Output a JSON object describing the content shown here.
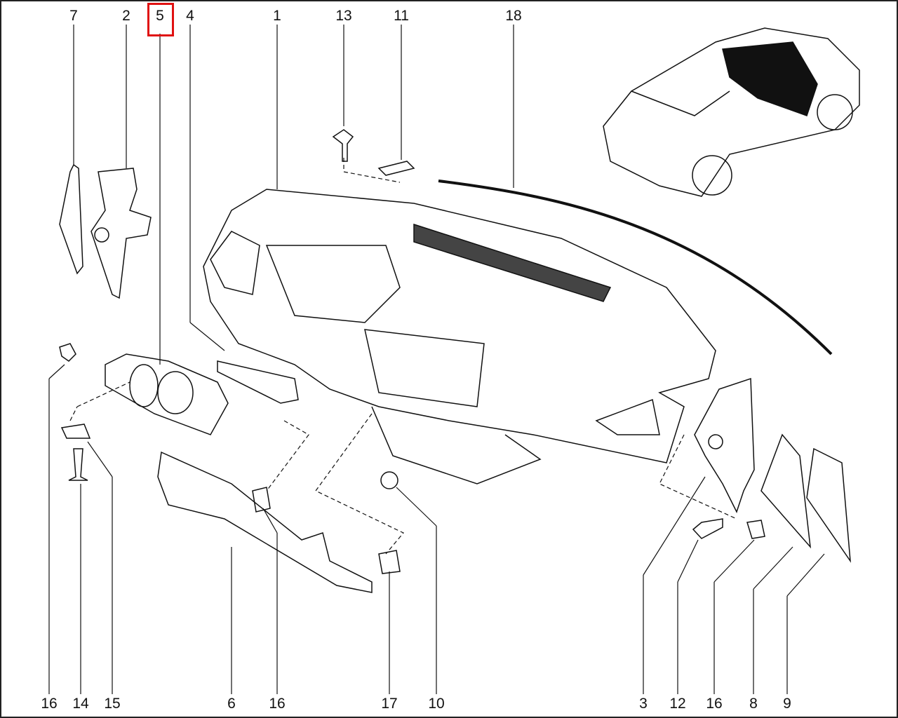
{
  "diagram": {
    "highlight_color": "#e01010",
    "highlighted_label": "5",
    "top_labels": [
      "7",
      "2",
      "5",
      "4",
      "1",
      "13",
      "11",
      "18"
    ],
    "bottom_labels": [
      "16",
      "14",
      "15",
      "6",
      "16",
      "17",
      "10",
      "3",
      "12",
      "16",
      "8",
      "9"
    ]
  }
}
